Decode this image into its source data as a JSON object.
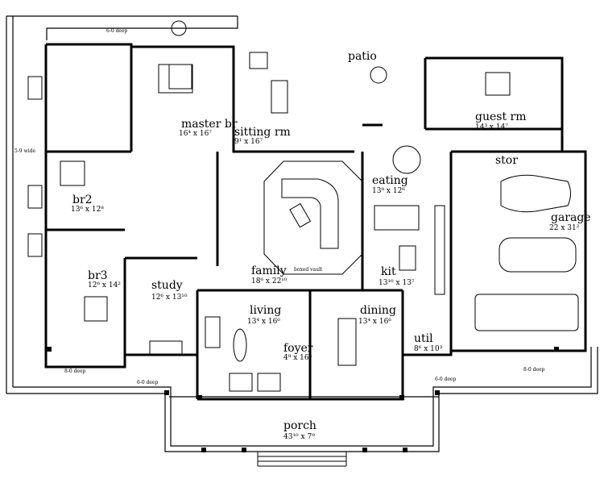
{
  "rooms": {
    "master": {
      "name": "master br",
      "size": "16⁴ x 16⁷"
    },
    "sitting": {
      "name": "sitting rm",
      "size": "9¹ x 16⁷"
    },
    "patio": {
      "name": "patio"
    },
    "guest": {
      "name": "guest rm",
      "size": "14³ x 14⁷"
    },
    "stor": {
      "name": "stor"
    },
    "eating": {
      "name": "eating",
      "size": "13⁸ x 12⁶"
    },
    "garage": {
      "name": "garage",
      "size": "22 x 31²"
    },
    "br2": {
      "name": "br2",
      "size": "13⁶ x 12⁸"
    },
    "br3": {
      "name": "br3",
      "size": "12⁶ x 14²"
    },
    "study": {
      "name": "study",
      "size": "12⁶ x 13¹⁰"
    },
    "family": {
      "name": "family",
      "size": "18⁶ x 22¹⁰"
    },
    "kit": {
      "name": "kit",
      "size": "13¹⁰ x 13⁷"
    },
    "living": {
      "name": "living",
      "size": "13⁴ x 16⁶"
    },
    "dining": {
      "name": "dining",
      "size": "13⁴ x 16⁶"
    },
    "foyer": {
      "name": "foyer",
      "size": "4⁹ x 16⁶"
    },
    "util": {
      "name": "util",
      "size": "8⁶ x 10³"
    },
    "porch": {
      "name": "porch",
      "size": "43¹⁰ x 7⁹"
    }
  },
  "notes": {
    "boxed_vault": "boxed vault",
    "deep_6_0_top": "6-0 deep",
    "wide_5_9": "5-9 wide",
    "deep_8_0_left": "8-0 deep",
    "deep_6_0_left": "6-0 deep",
    "deep_6_0_right": "6-0 deep",
    "deep_8_0_right": "8-0 deep"
  }
}
